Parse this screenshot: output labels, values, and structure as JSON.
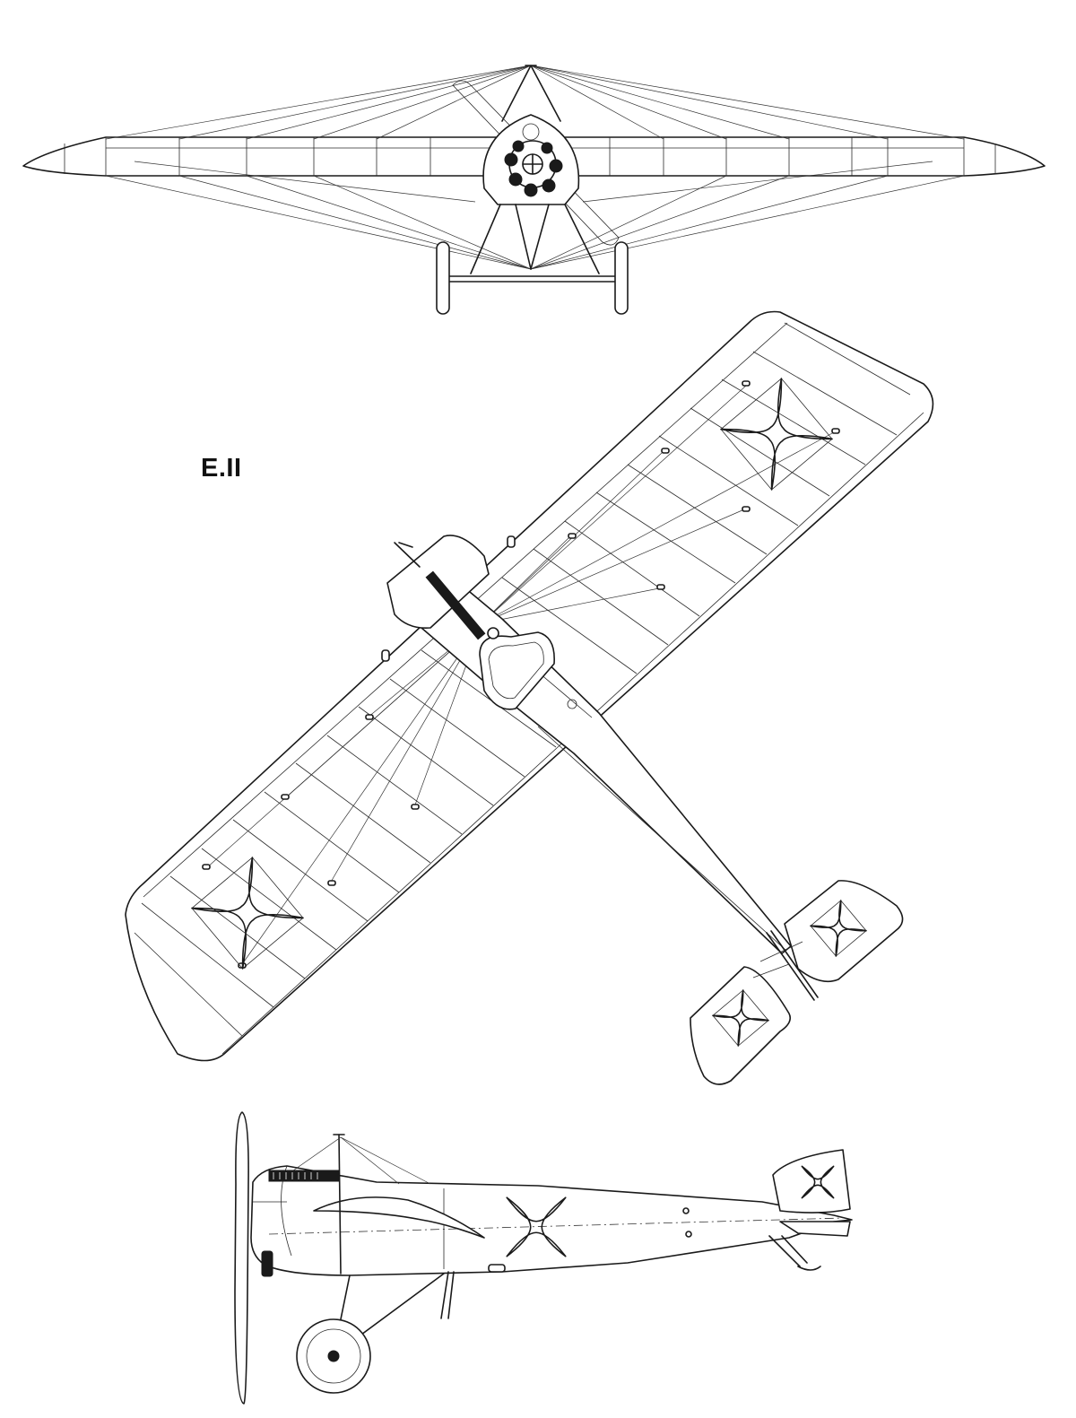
{
  "drawing": {
    "label": "E.II",
    "views": [
      {
        "view": "front"
      },
      {
        "view": "top"
      },
      {
        "view": "side"
      }
    ],
    "insignia": "iron-cross",
    "colors": {
      "line": "#1a1a1a",
      "background": "#ffffff"
    }
  }
}
